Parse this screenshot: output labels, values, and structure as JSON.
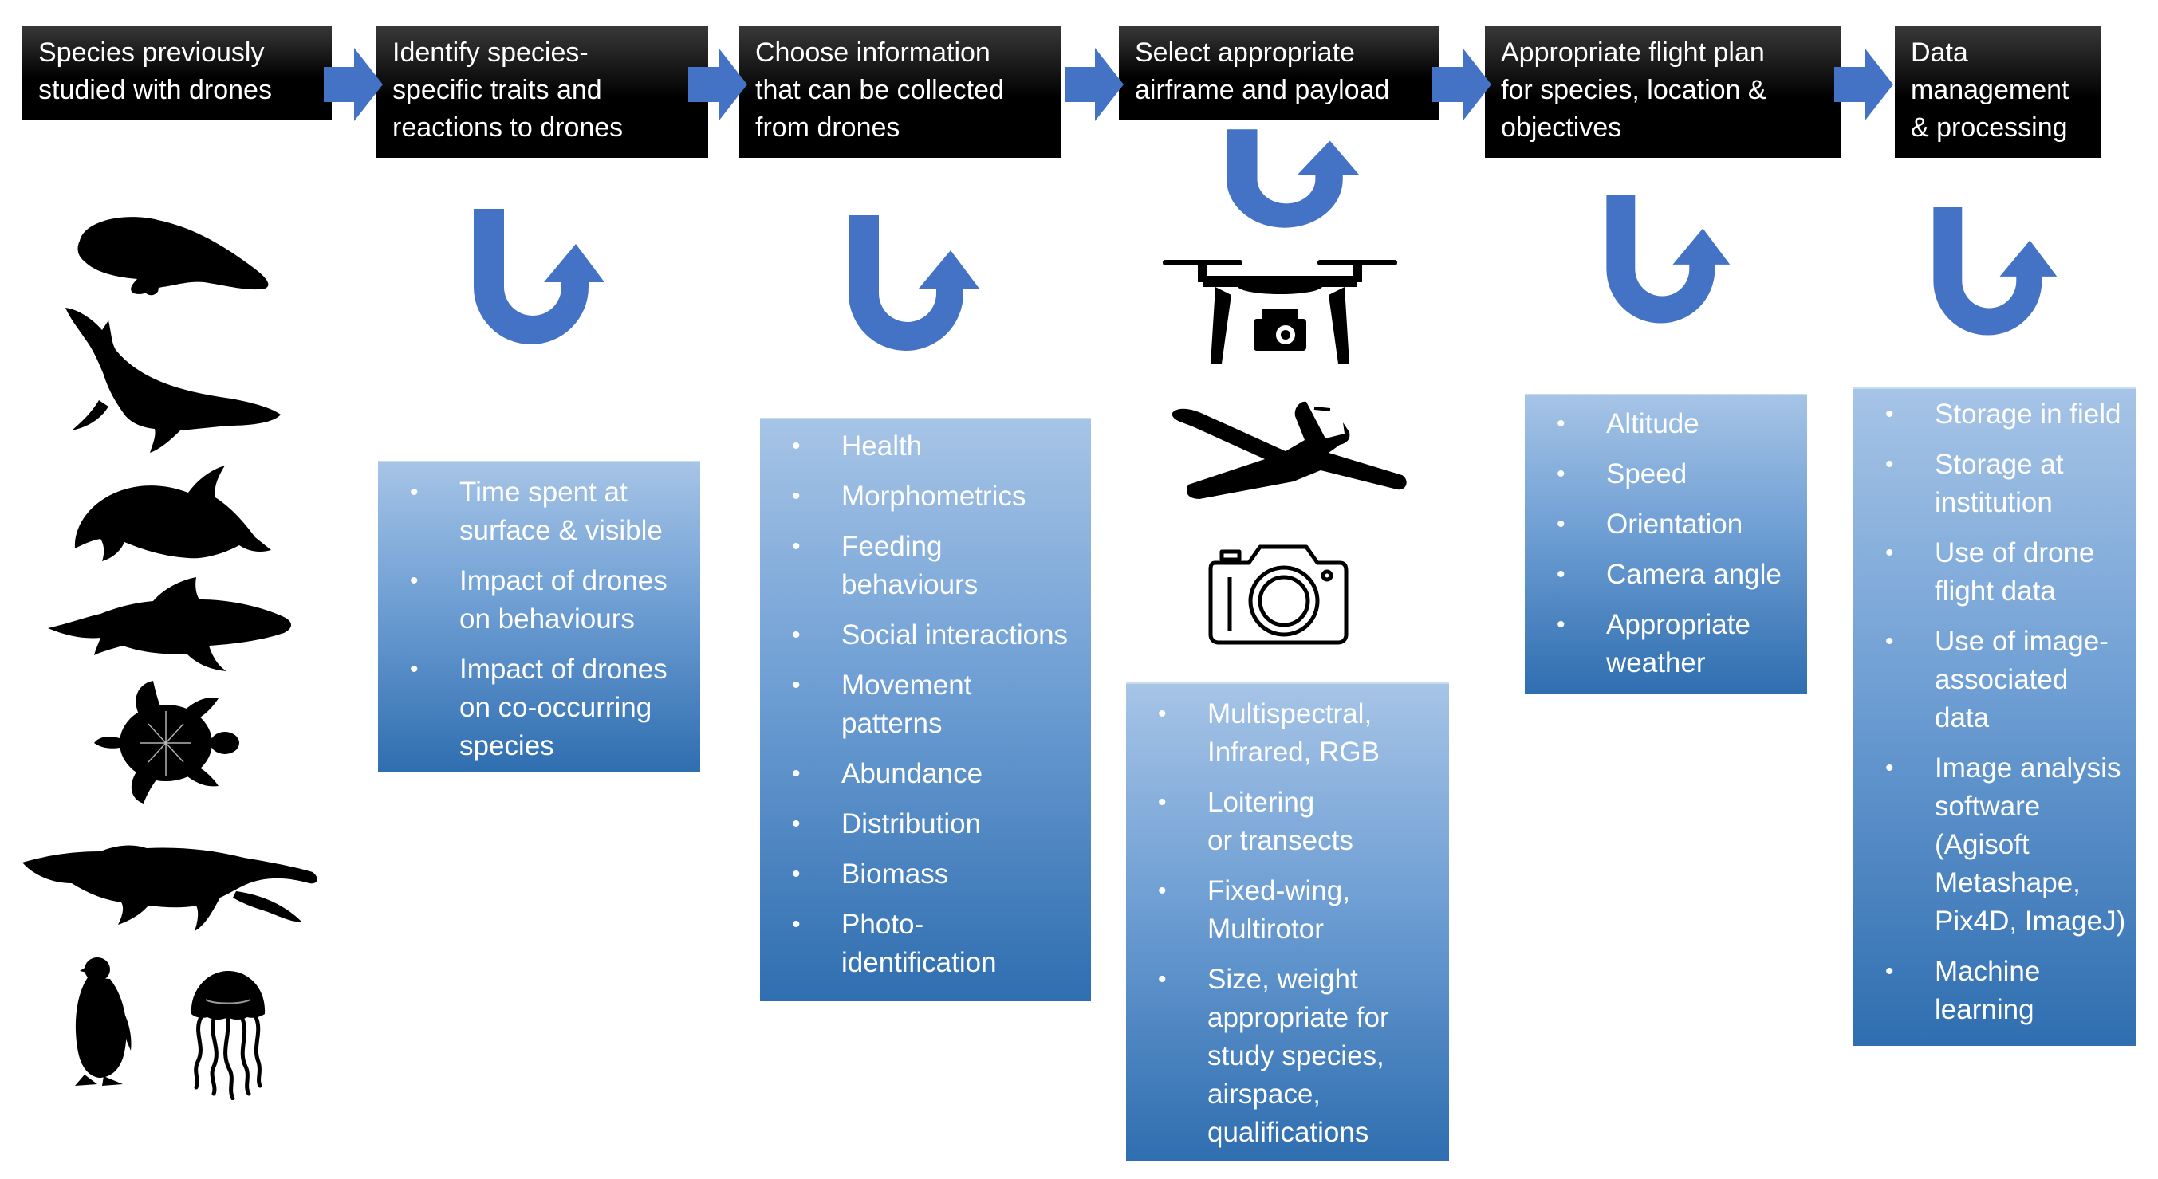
{
  "colors": {
    "step_bg": "#000000",
    "arrow": "#4472c4",
    "panel_top": "#a6c4e6",
    "panel_bottom": "#2f6eb0"
  },
  "steps": [
    {
      "lines": [
        "Species previously",
        "studied with drones"
      ]
    },
    {
      "lines": [
        "Identify species-",
        "specific traits and",
        "reactions to drones"
      ]
    },
    {
      "lines": [
        "Choose information",
        "that can be collected",
        "from drones"
      ]
    },
    {
      "lines": [
        "Select appropriate",
        "airframe and payload"
      ]
    },
    {
      "lines": [
        "Appropriate flight plan",
        "for species, location &",
        "objectives"
      ]
    },
    {
      "lines": [
        "Data",
        "management",
        "& processing"
      ]
    }
  ],
  "panels": [
    {
      "items": [
        {
          "lines": [
            "Time spent at",
            "surface & visible"
          ]
        },
        {
          "lines": [
            "Impact of drones",
            "on behaviours"
          ]
        },
        {
          "lines": [
            "Impact of drones",
            "on co-occurring",
            "species"
          ]
        }
      ]
    },
    {
      "items": [
        {
          "lines": [
            "Health"
          ]
        },
        {
          "lines": [
            "Morphometrics"
          ]
        },
        {
          "lines": [
            "Feeding",
            "behaviours"
          ]
        },
        {
          "lines": [
            "Social interactions"
          ]
        },
        {
          "lines": [
            "Movement",
            "patterns"
          ]
        },
        {
          "lines": [
            "Abundance"
          ]
        },
        {
          "lines": [
            "Distribution"
          ]
        },
        {
          "lines": [
            "Biomass"
          ]
        },
        {
          "lines": [
            "Photo-",
            "identification"
          ]
        }
      ]
    },
    {
      "items": [
        {
          "lines": [
            "Multispectral,",
            "Infrared, RGB"
          ]
        },
        {
          "lines": [
            "Loitering",
            "or transects"
          ]
        },
        {
          "lines": [
            "Fixed-wing,",
            "Multirotor"
          ]
        },
        {
          "lines": [
            "Size, weight",
            "appropriate for",
            "study species,",
            "airspace,",
            "qualifications"
          ]
        }
      ]
    },
    {
      "items": [
        {
          "lines": [
            "Altitude"
          ]
        },
        {
          "lines": [
            "Speed"
          ]
        },
        {
          "lines": [
            "Orientation"
          ]
        },
        {
          "lines": [
            "Camera angle"
          ]
        },
        {
          "lines": [
            "Appropriate",
            "weather"
          ]
        }
      ]
    },
    {
      "items": [
        {
          "lines": [
            "Storage in field"
          ]
        },
        {
          "lines": [
            "Storage at",
            "institution"
          ]
        },
        {
          "lines": [
            "Use of drone",
            "flight data"
          ]
        },
        {
          "lines": [
            "Use of image-",
            "associated",
            "data"
          ]
        },
        {
          "lines": [
            "Image analysis",
            "software",
            "(Agisoft",
            "Metashape,",
            "Pix4D, ImageJ)"
          ]
        },
        {
          "lines": [
            "Machine",
            "learning"
          ]
        }
      ]
    }
  ],
  "icons": {
    "animals": [
      "manatee-icon",
      "humpback-whale-icon",
      "dolphin-icon",
      "shark-icon",
      "sea-turtle-icon",
      "crocodile-icon",
      "penguin-icon",
      "jellyfish-icon"
    ],
    "payloads": [
      "quadcopter-drone-icon",
      "fixed-wing-drone-icon",
      "camera-icon"
    ]
  }
}
